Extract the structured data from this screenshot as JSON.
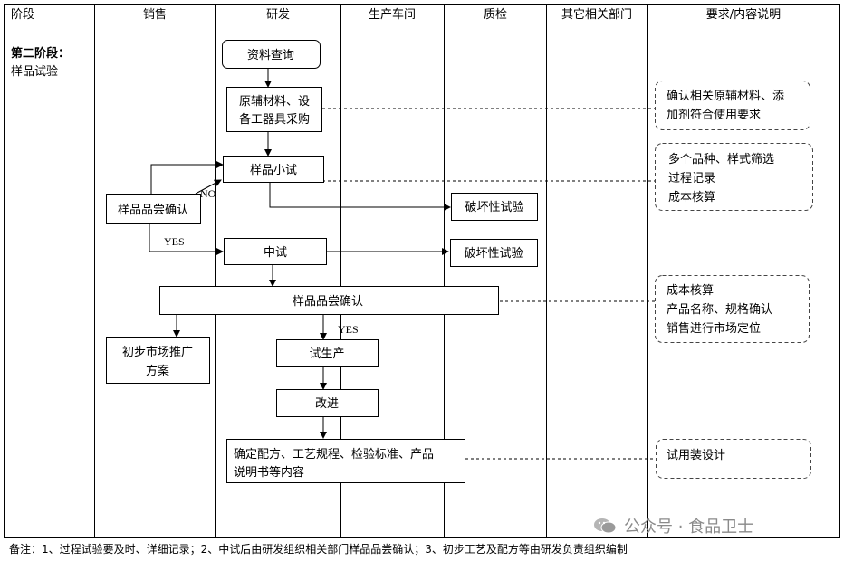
{
  "columns": [
    "阶段",
    "销售",
    "研发",
    "生产车间",
    "质检",
    "其它相关部门",
    "要求/内容说明"
  ],
  "stage": {
    "line1": "第二阶段：",
    "line2": "样品试验"
  },
  "boxes": {
    "query": "资料查询",
    "purchase_l1": "原辅材料、设",
    "purchase_l2": "备工器具采购",
    "small_test": "样品小试",
    "taste1": "样品品尝确认",
    "destruct1": "破坏性试验",
    "pilot": "中试",
    "destruct2": "破坏性试验",
    "taste2": "样品品尝确认",
    "market_l1": "初步市场推广",
    "market_l2": "方案",
    "trial": "试生产",
    "improve": "改进",
    "final_l1": "确定配方、工艺规程、检验标准、产品",
    "final_l2": "说明书等内容"
  },
  "labels": {
    "no": "NO",
    "yes1": "YES",
    "yes2": "YES"
  },
  "notes": {
    "n1_l1": "确认相关原辅材料、添",
    "n1_l2": "加剂符合使用要求",
    "n2_l1": "多个品种、样式筛选",
    "n2_l2": "过程记录",
    "n2_l3": "成本核算",
    "n3_l1": "成本核算",
    "n3_l2": "产品名称、规格确认",
    "n3_l3": "销售进行市场定位",
    "n4_l1": "试用装设计"
  },
  "footer": "备注：1、过程试验要及时、详细记录；2、中试后由研发组织相关部门样品品尝确认；3、初步工艺及配方等由研发负责组织编制",
  "watermark": "公众号 · 食品卫士"
}
